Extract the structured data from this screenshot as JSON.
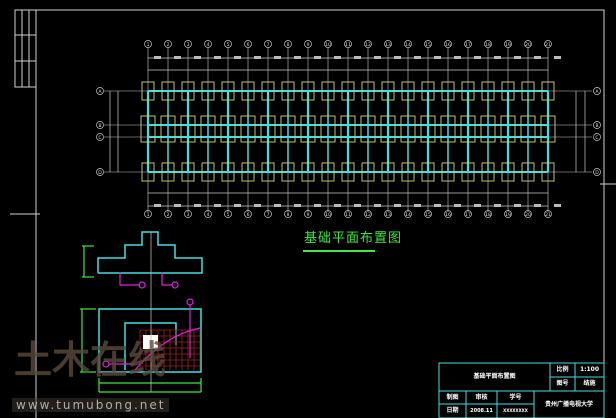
{
  "drawing": {
    "plan_title": "基础平面布置图",
    "column_axes": [
      "1",
      "2",
      "3",
      "4",
      "5",
      "6",
      "7",
      "8",
      "9",
      "10",
      "11",
      "12",
      "13",
      "14",
      "15",
      "16",
      "17",
      "18",
      "19",
      "20",
      "21"
    ],
    "row_axes": [
      "A",
      "B",
      "C",
      "D"
    ],
    "colors": {
      "frame": "#d0d0d0",
      "footing": "#d8d870",
      "beam": "#40e0e0",
      "dim": "#c8c8c8",
      "green": "#3ee83e",
      "magenta": "#e020e0",
      "red": "#a02020"
    }
  },
  "title_block": {
    "drawing_name": "基础平面布置图",
    "scale_label": "比例",
    "scale_value": "1:100",
    "sheet_label": "图号",
    "sheet_value": "结施",
    "drawn_label": "制图",
    "review_label": "审核",
    "student_label": "学号",
    "date_label": "日期",
    "date_value": "2008.11",
    "student_value": "XXXXXXXX",
    "school": "贵州广播电视大学"
  },
  "watermark": {
    "logo": "土木在线",
    "url": "www.tumubong.net"
  }
}
